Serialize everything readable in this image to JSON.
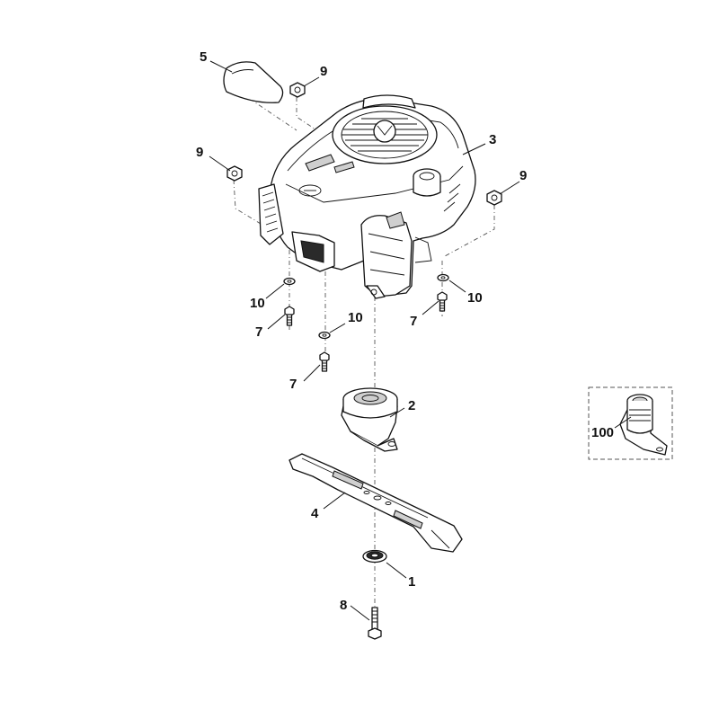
{
  "diagram": {
    "callouts": {
      "c1": "1",
      "c2": "2",
      "c3": "3",
      "c4": "4",
      "c5": "5",
      "c7a": "7",
      "c7b": "7",
      "c7c": "7",
      "c8": "8",
      "c9a": "9",
      "c9b": "9",
      "c9c": "9",
      "c10a": "10",
      "c10b": "10",
      "c10c": "10",
      "c100": "100"
    }
  }
}
